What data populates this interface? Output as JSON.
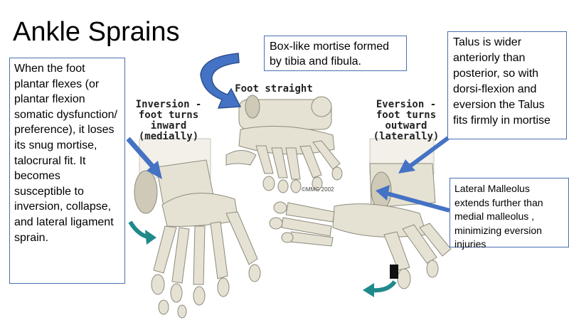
{
  "title": "Ankle Sprains",
  "left_text": "When the foot plantar flexes (or plantar flexion somatic dysfunction/ preference), it loses its snug mortise, talocrural fit. It becomes susceptible to inversion, collapse, and lateral ligament sprain.",
  "mortise_text": "Box-like mortise formed by tibia and fibula.",
  "talus_text": "Talus is wider anteriorly than posterior, so with dorsi-flexion and eversion the Talus fits firmly in mortise",
  "lateral_text": "Lateral Malleolus extends further than medial malleolus , minimizing eversion injuries",
  "labels": {
    "foot_straight": "Foot straight",
    "inversion": "Inversion -\nfoot turns\ninward\n(medially)",
    "eversion": "Eversion -\nfoot turns\noutward\n(laterally)"
  },
  "copyright": "©MMG 2002",
  "colors": {
    "arrow_blue": "#4472c4",
    "arrow_teal": "#1f8a8a",
    "box_border": "#4a6fb0"
  }
}
